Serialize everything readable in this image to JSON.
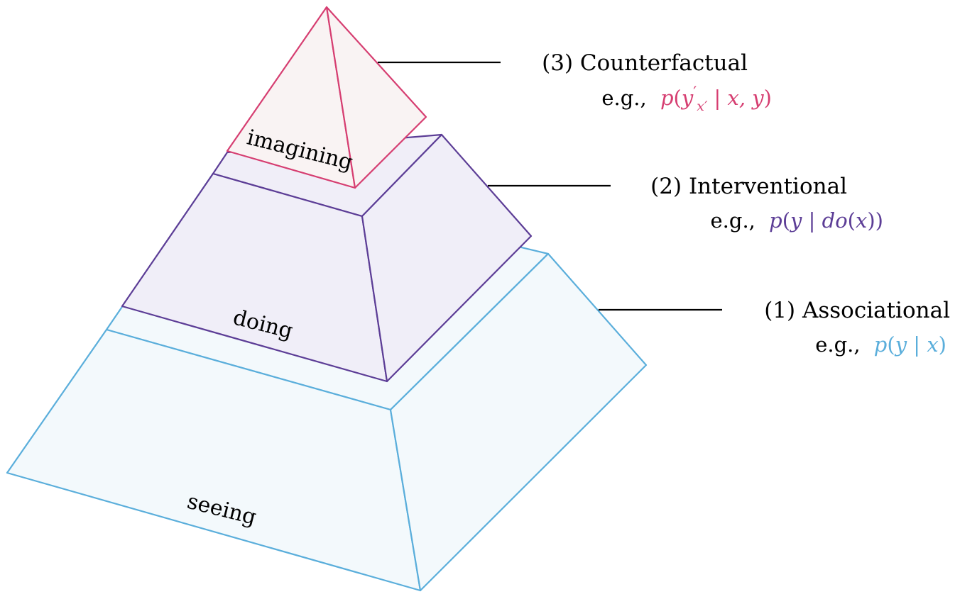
{
  "colors": {
    "seeing_stroke": "#5aaedb",
    "seeing_fill": "#f3f9fc",
    "doing_stroke": "#5c3d96",
    "doing_fill": "#f0eef8",
    "imagining_stroke": "#d63e71",
    "imagining_fill": "#f9f3f3",
    "leader": "#000000"
  },
  "levels": {
    "counterfactual": {
      "face_label": "imagining",
      "title": "(3) Counterfactual",
      "eg_prefix": "e.g.,",
      "formula": {
        "p": "p",
        "open": "(",
        "y": "y",
        "prime": "′",
        "sub": "x′",
        "rest": " | x, y",
        "close": ")"
      }
    },
    "interventional": {
      "face_label": "doing",
      "title": "(2) Interventional",
      "eg_prefix": "e.g.,",
      "formula": {
        "p": "p",
        "open": "(",
        "y": "y",
        "bar": " | ",
        "do": "do",
        "inner_open": "(",
        "x": "x",
        "close": "))"
      }
    },
    "associational": {
      "face_label": "seeing",
      "title": "(1) Associational",
      "eg_prefix": "e.g.,",
      "formula": {
        "p": "p",
        "open": "(",
        "y": "y",
        "bar": " | ",
        "x": "x",
        "close": ")"
      }
    }
  }
}
